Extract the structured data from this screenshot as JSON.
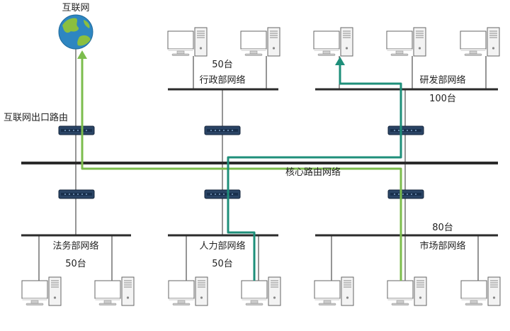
{
  "internet": {
    "label": "互联网"
  },
  "core": {
    "label": "核心路由网络"
  },
  "gateway": {
    "label": "互联网出口路由"
  },
  "departments": {
    "admin": {
      "name": "行政部网络",
      "count": "50台"
    },
    "rnd": {
      "name": "研发部网络",
      "count": "100台"
    },
    "legal": {
      "name": "法务部网络",
      "count": "50台"
    },
    "hr": {
      "name": "人力部网络",
      "count": "50台"
    },
    "market": {
      "name": "市场部网络",
      "count": "80台"
    }
  },
  "colors": {
    "bus": "#2b2b2b",
    "router": "#1f3450",
    "path_internet": "#7cbd4d",
    "path_internal": "#1e8f7a",
    "pc_outline": "#666666"
  },
  "icons": {
    "globe": "globe-icon",
    "router": "router-icon",
    "computer": "computer-icon"
  }
}
